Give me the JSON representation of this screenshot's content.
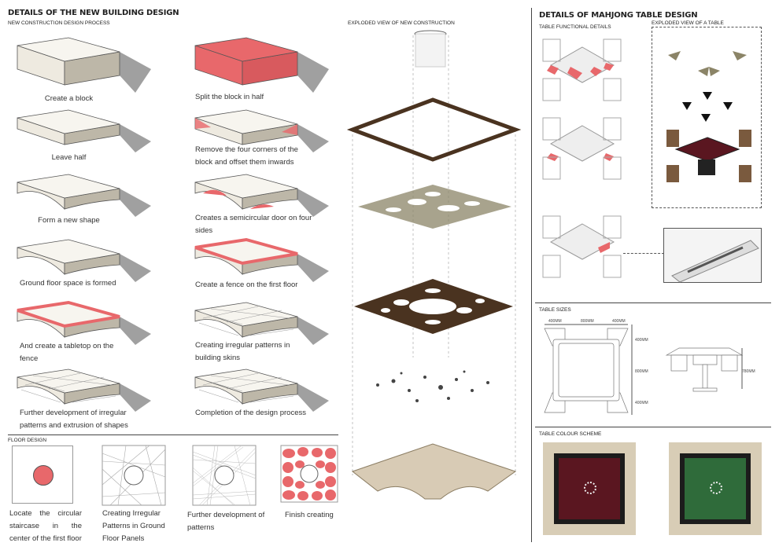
{
  "left": {
    "title": "DETAILS OF THE NEW BUILDING DESIGN",
    "process_title": "NEW CONSTRUCTION DESIGN PROCESS",
    "steps": [
      "Create a block",
      "Split the block in half",
      "Leave half",
      "Remove the four corners of the block and offset them inwards",
      "Form a new shape",
      "Creates a semicircular door on four sides",
      "Ground floor space is formed",
      "Create a fence on the first floor",
      "And create a tabletop on the fence",
      "Creating irregular patterns in building skins",
      "Further development of irregular patterns and extrusion of shapes",
      "Completion of the design process"
    ],
    "floor_title": "FLOOR DESIGN",
    "floor_steps": [
      "Locate the circular staircase in the center of the first floor",
      "Creating Irregular Patterns in Ground Floor Panels",
      "Further development of patterns",
      "Finish creating"
    ]
  },
  "middle": {
    "title": "EXPLODED VIEW OF NEW CONSTRUCTION"
  },
  "right": {
    "title": "DETAILS OF MAHJONG TABLE DESIGN",
    "functional_title": "TABLE FUNCTIONAL DETAILS",
    "exploded_title": "EXPLODED VIEW OF A TABLE",
    "sizes_title": "TABLE SIZES",
    "dims": {
      "w1": "400MM",
      "w2": "800MM",
      "w3": "400MM",
      "h1": "400MM",
      "h2": "800MM",
      "h3": "400MM",
      "height": "780MM"
    },
    "colour_title": "TABLE COLOUR SCHEME"
  },
  "colors": {
    "accent": "#e8686b",
    "brown": "#4a3320",
    "khaki": "#8b8467",
    "red_felt": "#5a1620",
    "green_felt": "#2f6b3a"
  }
}
